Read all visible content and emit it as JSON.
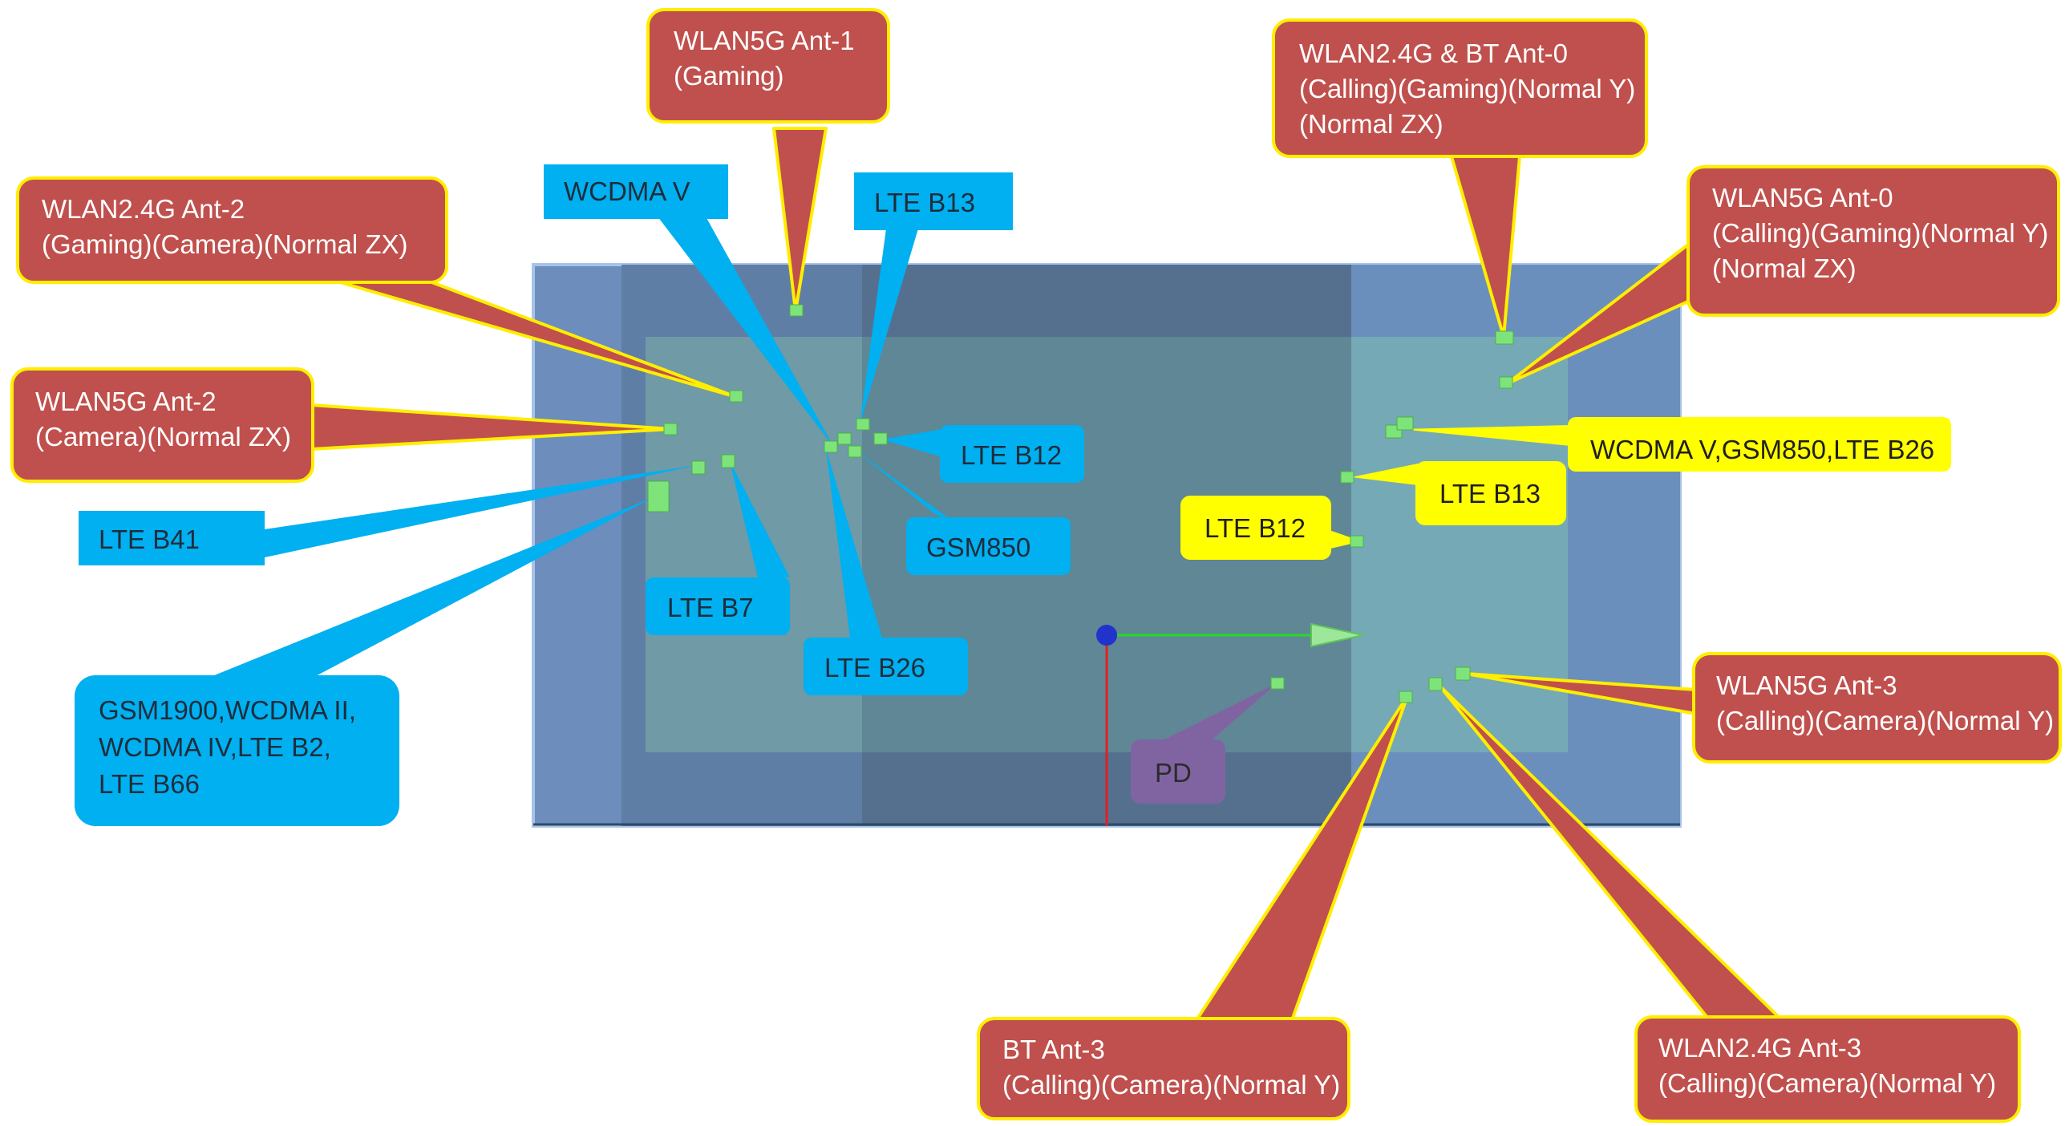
{
  "colors": {
    "red_callout": "#c0504d",
    "red_border": "#ffee00",
    "blue_callout": "#00b0f0",
    "yellow_callout": "#ffff00",
    "purple_callout": "#8064a2",
    "board_outer": "#6f8fbf",
    "board_inner": "#5b7895",
    "board_highlight": "#7fb3bd",
    "antenna_point": "#7ee37a"
  },
  "red_callouts": {
    "wlan5g_ant1": [
      "WLAN5G Ant-1",
      "(Gaming)"
    ],
    "wlan24g_bt_ant0": [
      "WLAN2.4G & BT Ant-0",
      "(Calling)(Gaming)(Normal Y)",
      "(Normal ZX)"
    ],
    "wlan24g_ant2": [
      "WLAN2.4G Ant-2",
      "(Gaming)(Camera)(Normal ZX)"
    ],
    "wlan5g_ant0": [
      "WLAN5G Ant-0",
      "(Calling)(Gaming)(Normal Y)",
      "(Normal ZX)"
    ],
    "wlan5g_ant2": [
      "WLAN5G Ant-2",
      "(Camera)(Normal ZX)"
    ],
    "wlan5g_ant3": [
      "WLAN5G Ant-3",
      "(Calling)(Camera)(Normal Y)"
    ],
    "bt_ant3": [
      "BT Ant-3",
      "(Calling)(Camera)(Normal Y)"
    ],
    "wlan24g_ant3": [
      "WLAN2.4G Ant-3",
      "(Calling)(Camera)(Normal Y)"
    ]
  },
  "blue_callouts": {
    "wcdma_v": [
      "WCDMA V"
    ],
    "lte_b13": [
      "LTE B13"
    ],
    "lte_b12": [
      "LTE B12"
    ],
    "gsm850": [
      "GSM850"
    ],
    "lte_b41": [
      "LTE B41"
    ],
    "lte_b7": [
      "LTE B7"
    ],
    "lte_b26": [
      "LTE B26"
    ],
    "gsm1900_group": [
      "GSM1900,WCDMA II,",
      "WCDMA IV,LTE B2,",
      "LTE B66"
    ]
  },
  "yellow_callouts": {
    "wcdma_gsm_lte_b26": [
      "WCDMA V,GSM850,LTE B26"
    ],
    "lte_b13": [
      "LTE B13"
    ],
    "lte_b12": [
      "LTE B12"
    ]
  },
  "purple_callouts": {
    "pd": [
      "PD"
    ]
  }
}
